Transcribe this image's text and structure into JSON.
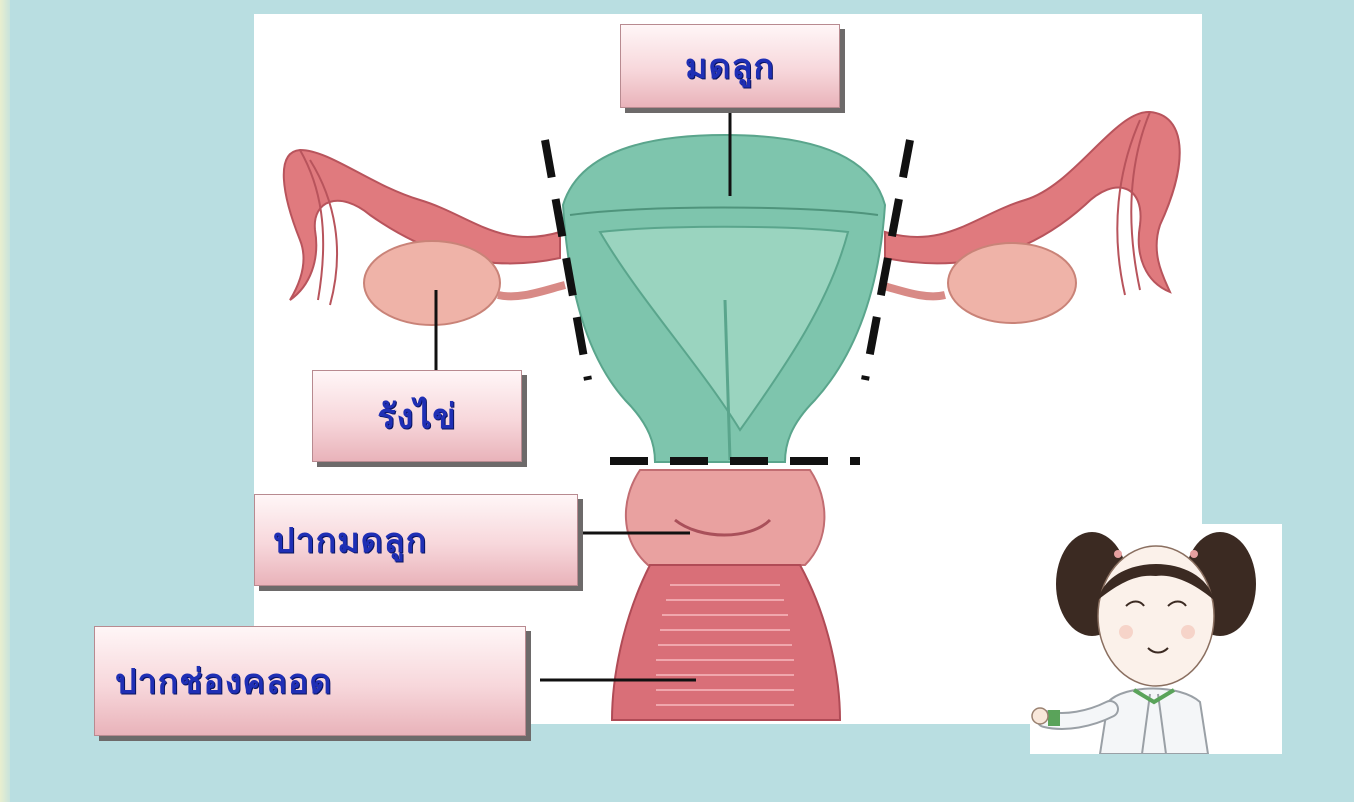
{
  "labels": {
    "uterus": "มดลูก",
    "ovary": "รังไข่",
    "cervix": "ปากมดลูก",
    "vagina": "ปากช่องคลอด"
  },
  "colors": {
    "background": "#b9dee1",
    "panel": "#ffffff",
    "label_text": "#1f2fb5",
    "label_box": "#f3c9ce",
    "uterus_tissue": "#7ec5ad",
    "tube_tissue": "#e07a7e",
    "ovary_tissue": "#efb3a8",
    "cervix_tissue": "#e9a1a0",
    "vagina_tissue": "#d96f78"
  },
  "icons": {
    "doctor": "cartoon-girl-doctor"
  }
}
